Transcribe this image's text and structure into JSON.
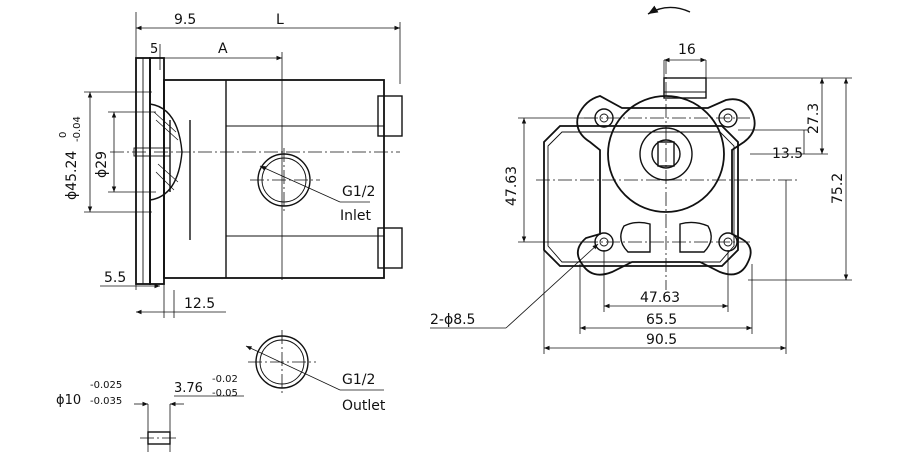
{
  "side_view": {
    "dim_9_5": "9.5",
    "dim_L": "L",
    "dim_5": "5",
    "dim_A": "A",
    "dia_45": "ϕ45.24",
    "dia_45_tol_upper": "0",
    "dia_45_tol_lower": "-0.04",
    "dia_29": "ϕ29",
    "dim_5_5": "5.5",
    "dim_12_5": "12.5",
    "port_inlet_thread": "G1/2",
    "port_inlet_label": "Inlet"
  },
  "outlet_detail": {
    "thread": "G1/2",
    "label": "Outlet"
  },
  "shaft_detail": {
    "dia_10": "ϕ10",
    "dia_10_tol_upper": "-0.025",
    "dia_10_tol_lower": "-0.035",
    "flat_3_76": "3.76",
    "flat_tol_upper": "-0.02",
    "flat_tol_lower": "-0.05"
  },
  "front_view": {
    "dim_16": "16",
    "dim_27_3": "27.3",
    "dim_13_5": "13.5",
    "dim_47_63_v": "47.63",
    "dim_75_2": "75.2",
    "holes": "2-ϕ8.5",
    "dim_47_63_h": "47.63",
    "dim_65_5": "65.5",
    "dim_90_5": "90.5",
    "rotation_icon": "rotation-arrow-icon"
  }
}
